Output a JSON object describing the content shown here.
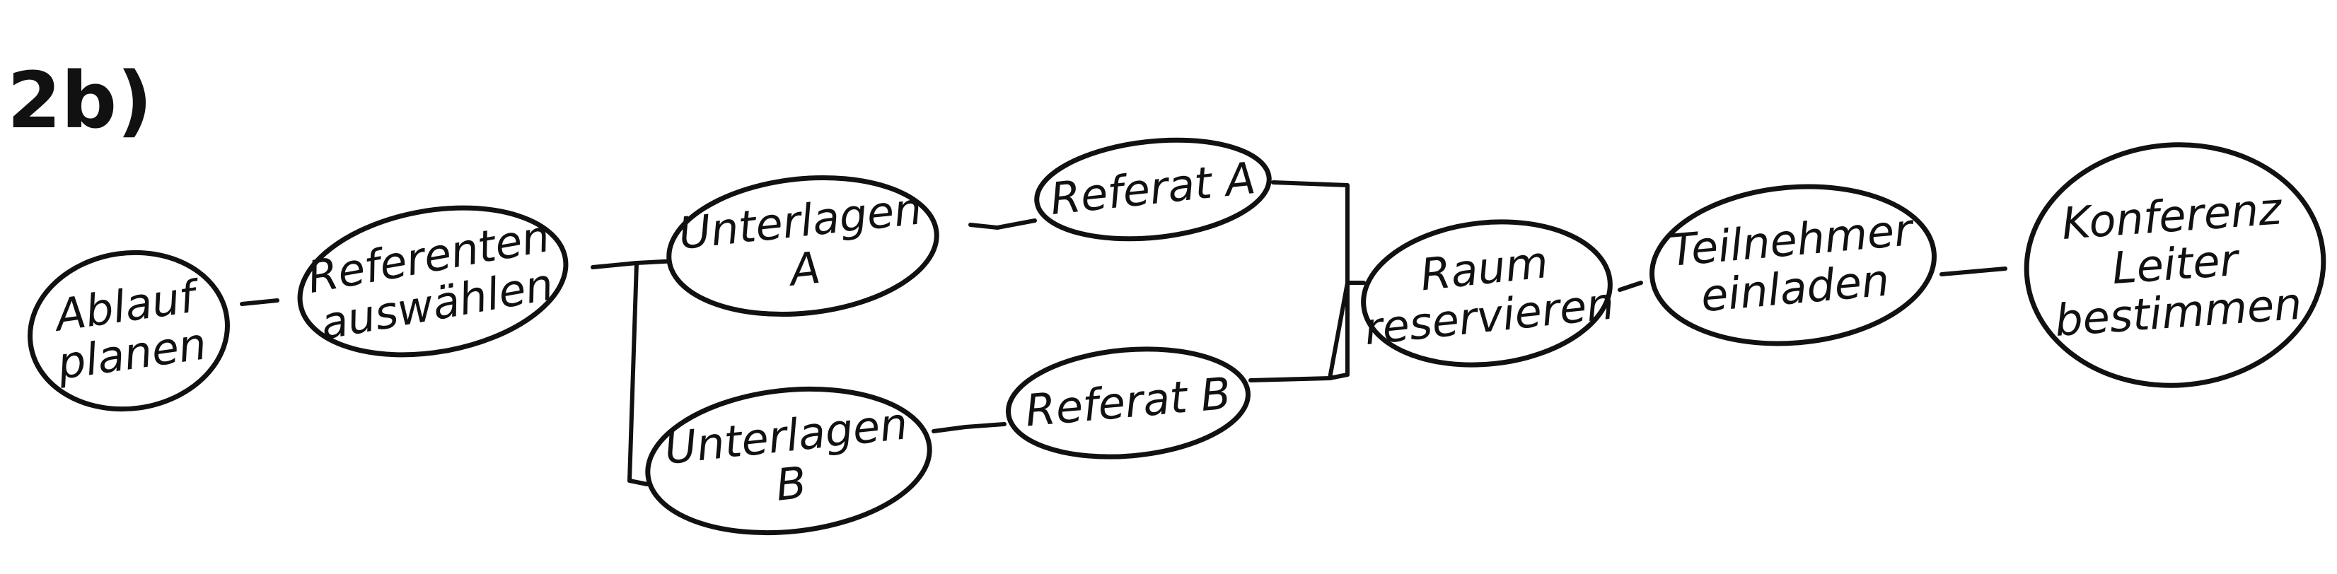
{
  "diagram": {
    "title": "2b)",
    "nodes": [
      {
        "id": "ablauf",
        "lines": [
          "Ablauf",
          "planen"
        ]
      },
      {
        "id": "referenten",
        "lines": [
          "Referenten",
          "auswählen"
        ]
      },
      {
        "id": "unterlagen-a",
        "lines": [
          "Unterlagen",
          "A"
        ]
      },
      {
        "id": "unterlagen-b",
        "lines": [
          "Unterlagen",
          "B"
        ]
      },
      {
        "id": "referat-a",
        "lines": [
          "Referat A"
        ]
      },
      {
        "id": "referat-b",
        "lines": [
          "Referat B"
        ]
      },
      {
        "id": "raum",
        "lines": [
          "Raum",
          "reservieren"
        ]
      },
      {
        "id": "teilnehmer",
        "lines": [
          "Teilnehmer",
          "einladen"
        ]
      },
      {
        "id": "konferenz",
        "lines": [
          "Konferenz",
          "Leiter",
          "bestimmen"
        ]
      }
    ],
    "edges": [
      [
        "ablauf",
        "referenten"
      ],
      [
        "referenten",
        "unterlagen-a"
      ],
      [
        "referenten",
        "unterlagen-b"
      ],
      [
        "unterlagen-a",
        "referat-a"
      ],
      [
        "unterlagen-b",
        "referat-b"
      ],
      [
        "referat-a",
        "raum"
      ],
      [
        "referat-b",
        "raum"
      ],
      [
        "raum",
        "teilnehmer"
      ],
      [
        "teilnehmer",
        "konferenz"
      ]
    ]
  }
}
